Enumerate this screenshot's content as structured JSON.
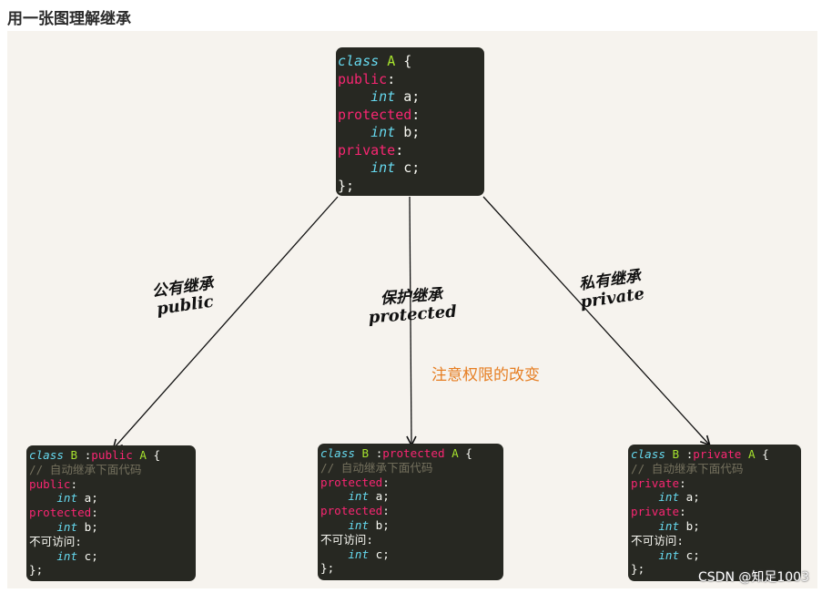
{
  "title": "用一张图理解继承",
  "base_class": {
    "lines": [
      [
        {
          "t": "class",
          "c": "kw-class"
        },
        {
          "t": " ",
          "c": "plain"
        },
        {
          "t": "A",
          "c": "cls"
        },
        {
          "t": " {",
          "c": "plain"
        }
      ],
      [
        {
          "t": "public",
          "c": "access"
        },
        {
          "t": ":",
          "c": "plain"
        }
      ],
      [
        {
          "t": "    ",
          "c": "plain"
        },
        {
          "t": "int",
          "c": "type"
        },
        {
          "t": " a;",
          "c": "plain"
        }
      ],
      [
        {
          "t": "protected",
          "c": "access"
        },
        {
          "t": ":",
          "c": "plain"
        }
      ],
      [
        {
          "t": "    ",
          "c": "plain"
        },
        {
          "t": "int",
          "c": "type"
        },
        {
          "t": " b;",
          "c": "plain"
        }
      ],
      [
        {
          "t": "private",
          "c": "access"
        },
        {
          "t": ":",
          "c": "plain"
        }
      ],
      [
        {
          "t": "    ",
          "c": "plain"
        },
        {
          "t": "int",
          "c": "type"
        },
        {
          "t": " c;",
          "c": "plain"
        }
      ],
      [
        {
          "t": "};",
          "c": "plain"
        }
      ]
    ]
  },
  "edges": [
    {
      "label_cn": "公有继承",
      "label_en": "public"
    },
    {
      "label_cn": "保护继承",
      "label_en": "protected"
    },
    {
      "label_cn": "私有继承",
      "label_en": "private"
    }
  ],
  "note": "注意权限的改变",
  "derived_classes": [
    {
      "lines": [
        [
          {
            "t": "class",
            "c": "kw-class"
          },
          {
            "t": " ",
            "c": "plain"
          },
          {
            "t": "B",
            "c": "cls"
          },
          {
            "t": " :",
            "c": "plain"
          },
          {
            "t": "public",
            "c": "access"
          },
          {
            "t": " ",
            "c": "plain"
          },
          {
            "t": "A",
            "c": "cls"
          },
          {
            "t": " {",
            "c": "plain"
          }
        ],
        [
          {
            "t": "// 自动继承下面代码",
            "c": "cmt"
          }
        ],
        [
          {
            "t": "public",
            "c": "access"
          },
          {
            "t": ":",
            "c": "plain"
          }
        ],
        [
          {
            "t": "    ",
            "c": "plain"
          },
          {
            "t": "int",
            "c": "type"
          },
          {
            "t": " a;",
            "c": "plain"
          }
        ],
        [
          {
            "t": "protected",
            "c": "access"
          },
          {
            "t": ":",
            "c": "plain"
          }
        ],
        [
          {
            "t": "    ",
            "c": "plain"
          },
          {
            "t": "int",
            "c": "type"
          },
          {
            "t": " b;",
            "c": "plain"
          }
        ],
        [
          {
            "t": "不可访问:",
            "c": "plain"
          }
        ],
        [
          {
            "t": "    ",
            "c": "plain"
          },
          {
            "t": "int",
            "c": "type"
          },
          {
            "t": " c;",
            "c": "plain"
          }
        ],
        [
          {
            "t": "};",
            "c": "plain"
          }
        ]
      ]
    },
    {
      "lines": [
        [
          {
            "t": "class",
            "c": "kw-class"
          },
          {
            "t": " ",
            "c": "plain"
          },
          {
            "t": "B",
            "c": "cls"
          },
          {
            "t": " :",
            "c": "plain"
          },
          {
            "t": "protected",
            "c": "access"
          },
          {
            "t": " ",
            "c": "plain"
          },
          {
            "t": "A",
            "c": "cls"
          },
          {
            "t": " {",
            "c": "plain"
          }
        ],
        [
          {
            "t": "// 自动继承下面代码",
            "c": "cmt"
          }
        ],
        [
          {
            "t": "protected",
            "c": "access"
          },
          {
            "t": ":",
            "c": "plain"
          }
        ],
        [
          {
            "t": "    ",
            "c": "plain"
          },
          {
            "t": "int",
            "c": "type"
          },
          {
            "t": " a;",
            "c": "plain"
          }
        ],
        [
          {
            "t": "protected",
            "c": "access"
          },
          {
            "t": ":",
            "c": "plain"
          }
        ],
        [
          {
            "t": "    ",
            "c": "plain"
          },
          {
            "t": "int",
            "c": "type"
          },
          {
            "t": " b;",
            "c": "plain"
          }
        ],
        [
          {
            "t": "不可访问:",
            "c": "plain"
          }
        ],
        [
          {
            "t": "    ",
            "c": "plain"
          },
          {
            "t": "int",
            "c": "type"
          },
          {
            "t": " c;",
            "c": "plain"
          }
        ],
        [
          {
            "t": "};",
            "c": "plain"
          }
        ]
      ]
    },
    {
      "lines": [
        [
          {
            "t": "class",
            "c": "kw-class"
          },
          {
            "t": " ",
            "c": "plain"
          },
          {
            "t": "B",
            "c": "cls"
          },
          {
            "t": " :",
            "c": "plain"
          },
          {
            "t": "private",
            "c": "access"
          },
          {
            "t": " ",
            "c": "plain"
          },
          {
            "t": "A",
            "c": "cls"
          },
          {
            "t": " {",
            "c": "plain"
          }
        ],
        [
          {
            "t": "// 自动继承下面代码",
            "c": "cmt"
          }
        ],
        [
          {
            "t": "private",
            "c": "access"
          },
          {
            "t": ":",
            "c": "plain"
          }
        ],
        [
          {
            "t": "    ",
            "c": "plain"
          },
          {
            "t": "int",
            "c": "type"
          },
          {
            "t": " a;",
            "c": "plain"
          }
        ],
        [
          {
            "t": "private",
            "c": "access"
          },
          {
            "t": ":",
            "c": "plain"
          }
        ],
        [
          {
            "t": "    ",
            "c": "plain"
          },
          {
            "t": "int",
            "c": "type"
          },
          {
            "t": " b;",
            "c": "plain"
          }
        ],
        [
          {
            "t": "不可访问:",
            "c": "plain"
          }
        ],
        [
          {
            "t": "    ",
            "c": "plain"
          },
          {
            "t": "int",
            "c": "type"
          },
          {
            "t": " c;",
            "c": "plain"
          }
        ],
        [
          {
            "t": "};",
            "c": "plain"
          }
        ]
      ]
    }
  ],
  "watermark": "CSDN @知足1003",
  "colors": {
    "code_bg": "#272822",
    "keyword": "#66d9ef",
    "class_name": "#a6e22e",
    "access": "#f92672",
    "comment": "#75715e",
    "note": "#e67e22",
    "canvas": "#f6f3ee"
  }
}
